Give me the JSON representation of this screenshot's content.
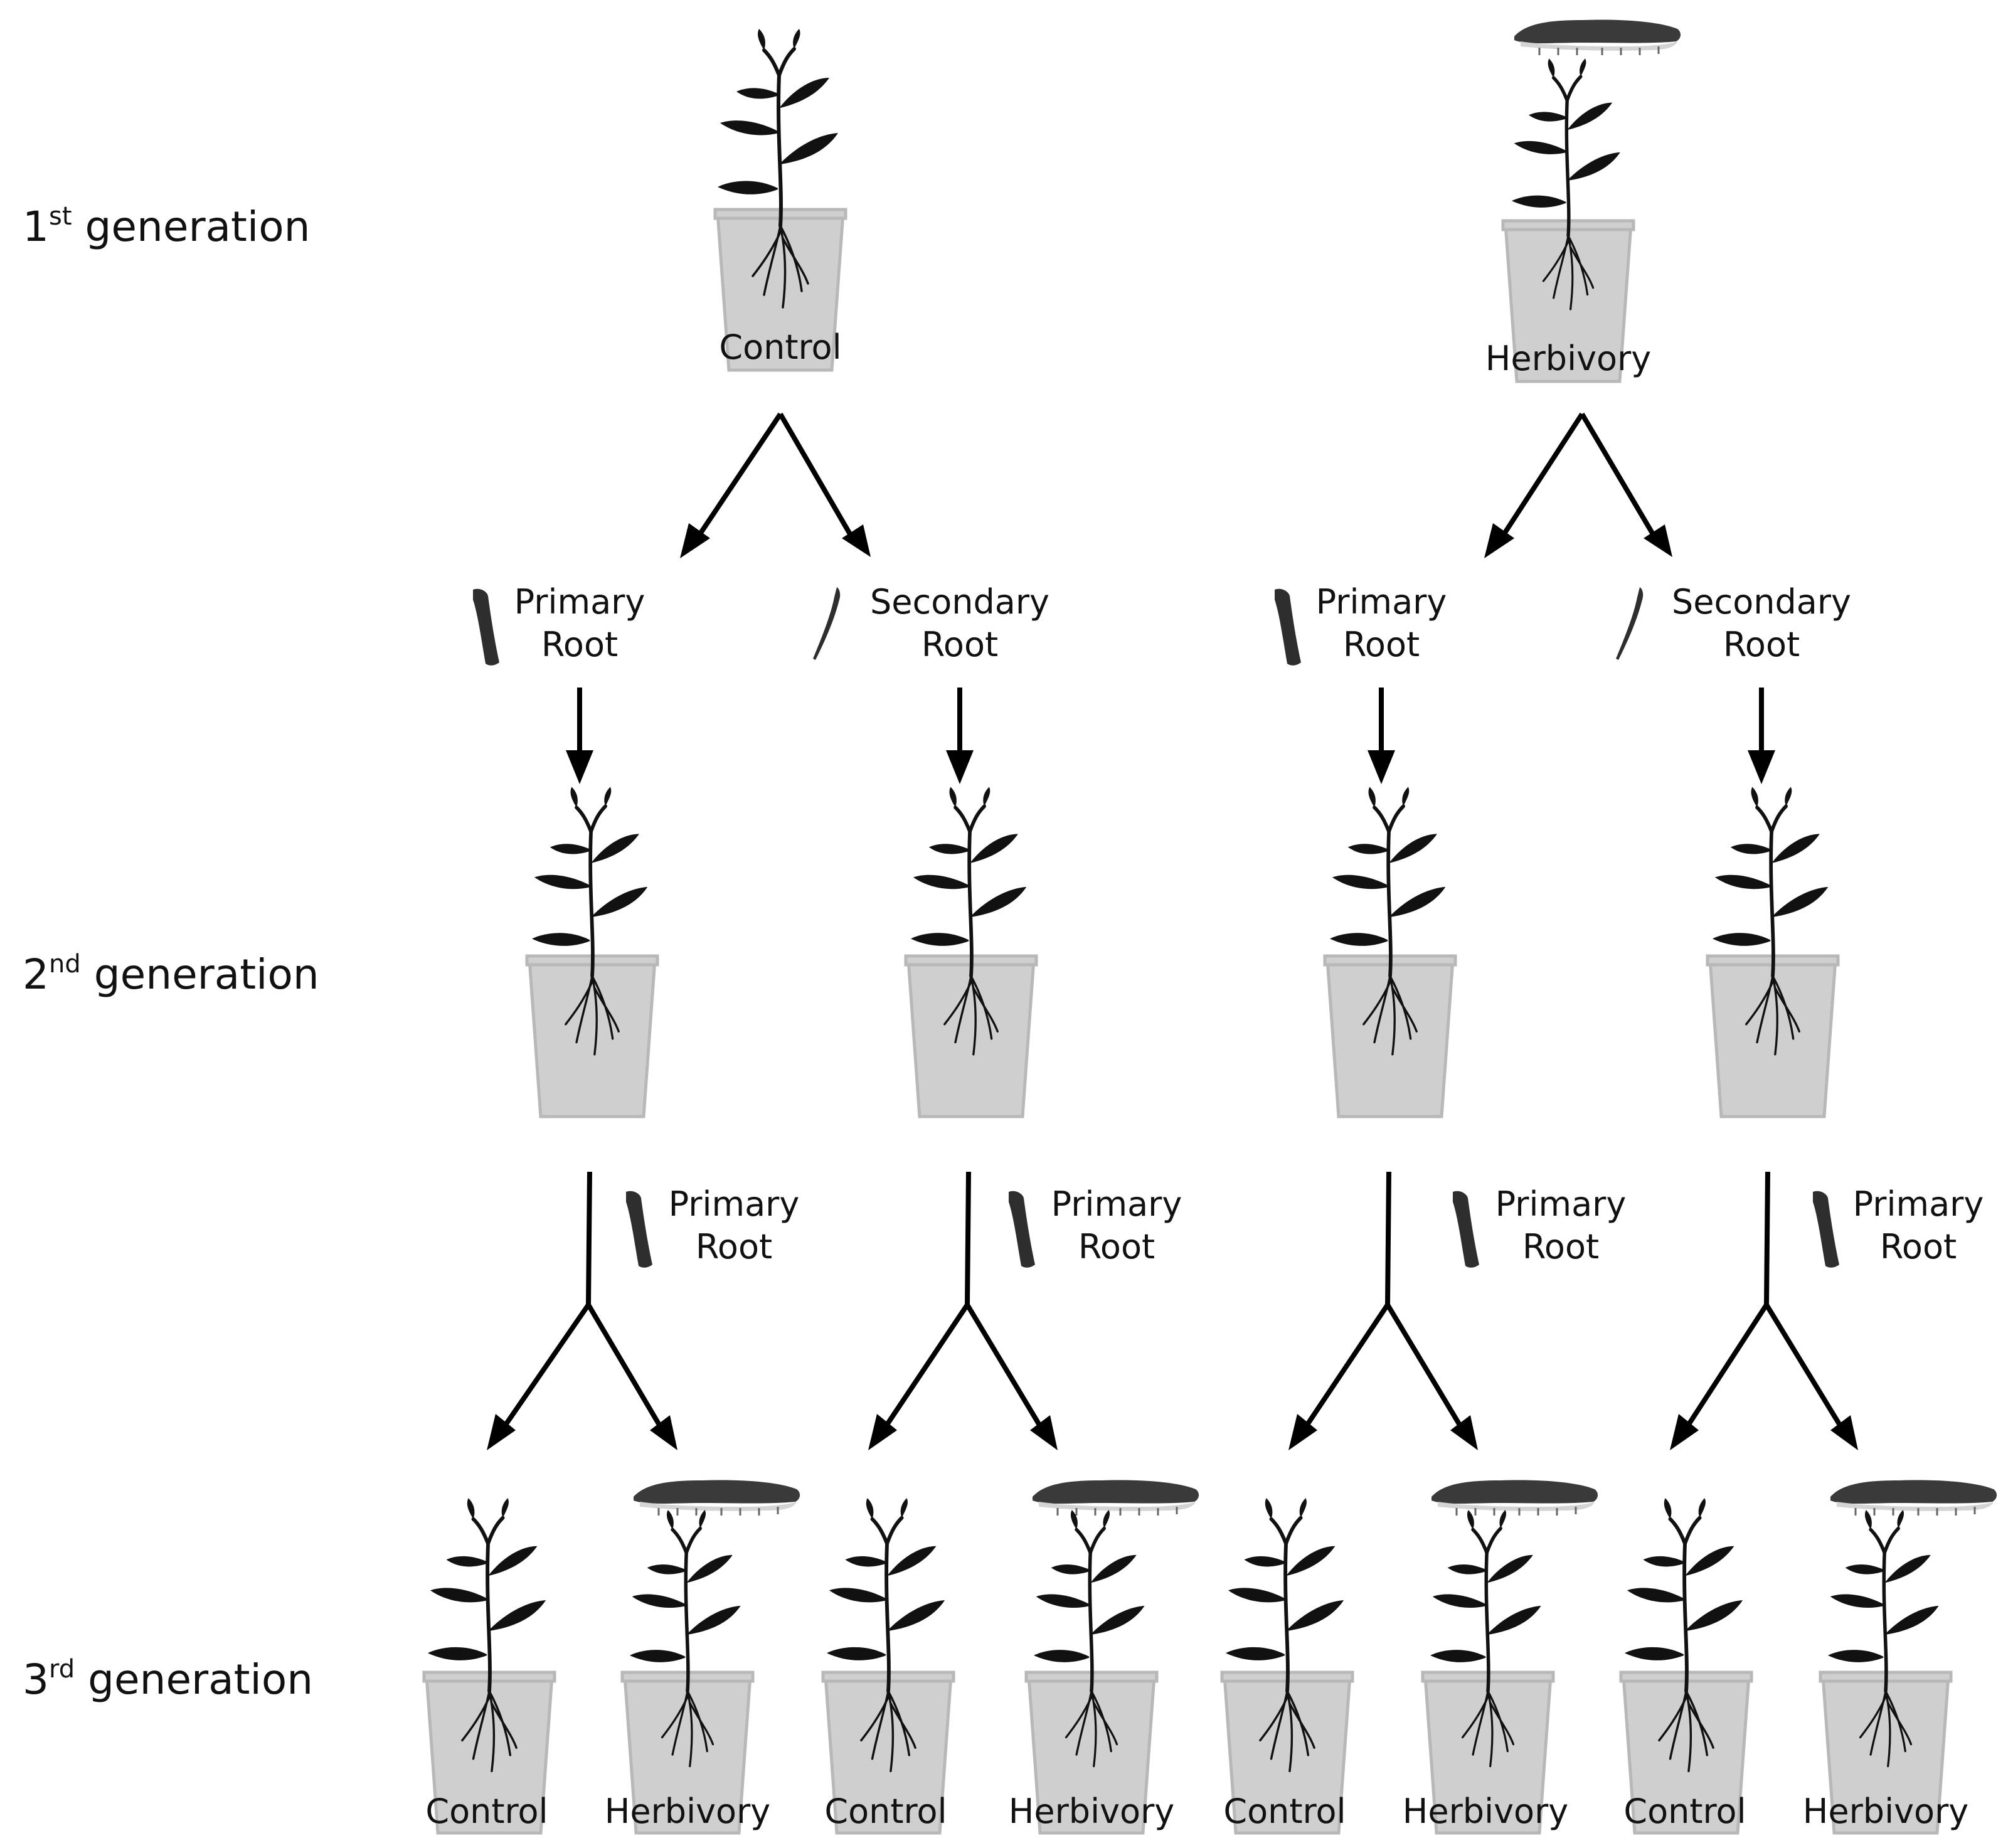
{
  "generations": {
    "gen1": {
      "num": "1",
      "sup": "st",
      "word": "generation"
    },
    "gen2": {
      "num": "2",
      "sup": "nd",
      "word": "generation"
    },
    "gen3": {
      "num": "3",
      "sup": "rd",
      "word": "generation"
    }
  },
  "labels": {
    "control": "Control",
    "herbivory": "Herbivory",
    "primary_line1": "Primary",
    "secondary_line1": "Secondary",
    "root_line2": "Root"
  },
  "first_generation": [
    "Control",
    "Herbivory"
  ],
  "cuttings": [
    {
      "type1": "Primary",
      "type2": "Root"
    },
    {
      "type1": "Secondary",
      "type2": "Root"
    },
    {
      "type1": "Primary",
      "type2": "Root"
    },
    {
      "type1": "Secondary",
      "type2": "Root"
    }
  ],
  "second_to_third_cutting": {
    "type1": "Primary",
    "type2": "Root"
  },
  "third_generation": [
    "Control",
    "Herbivory",
    "Control",
    "Herbivory",
    "Control",
    "Herbivory",
    "Control",
    "Herbivory"
  ],
  "icons": [
    "plant-icon",
    "pot-icon",
    "caterpillar-icon",
    "root-cutting-icon",
    "arrow-icon"
  ]
}
